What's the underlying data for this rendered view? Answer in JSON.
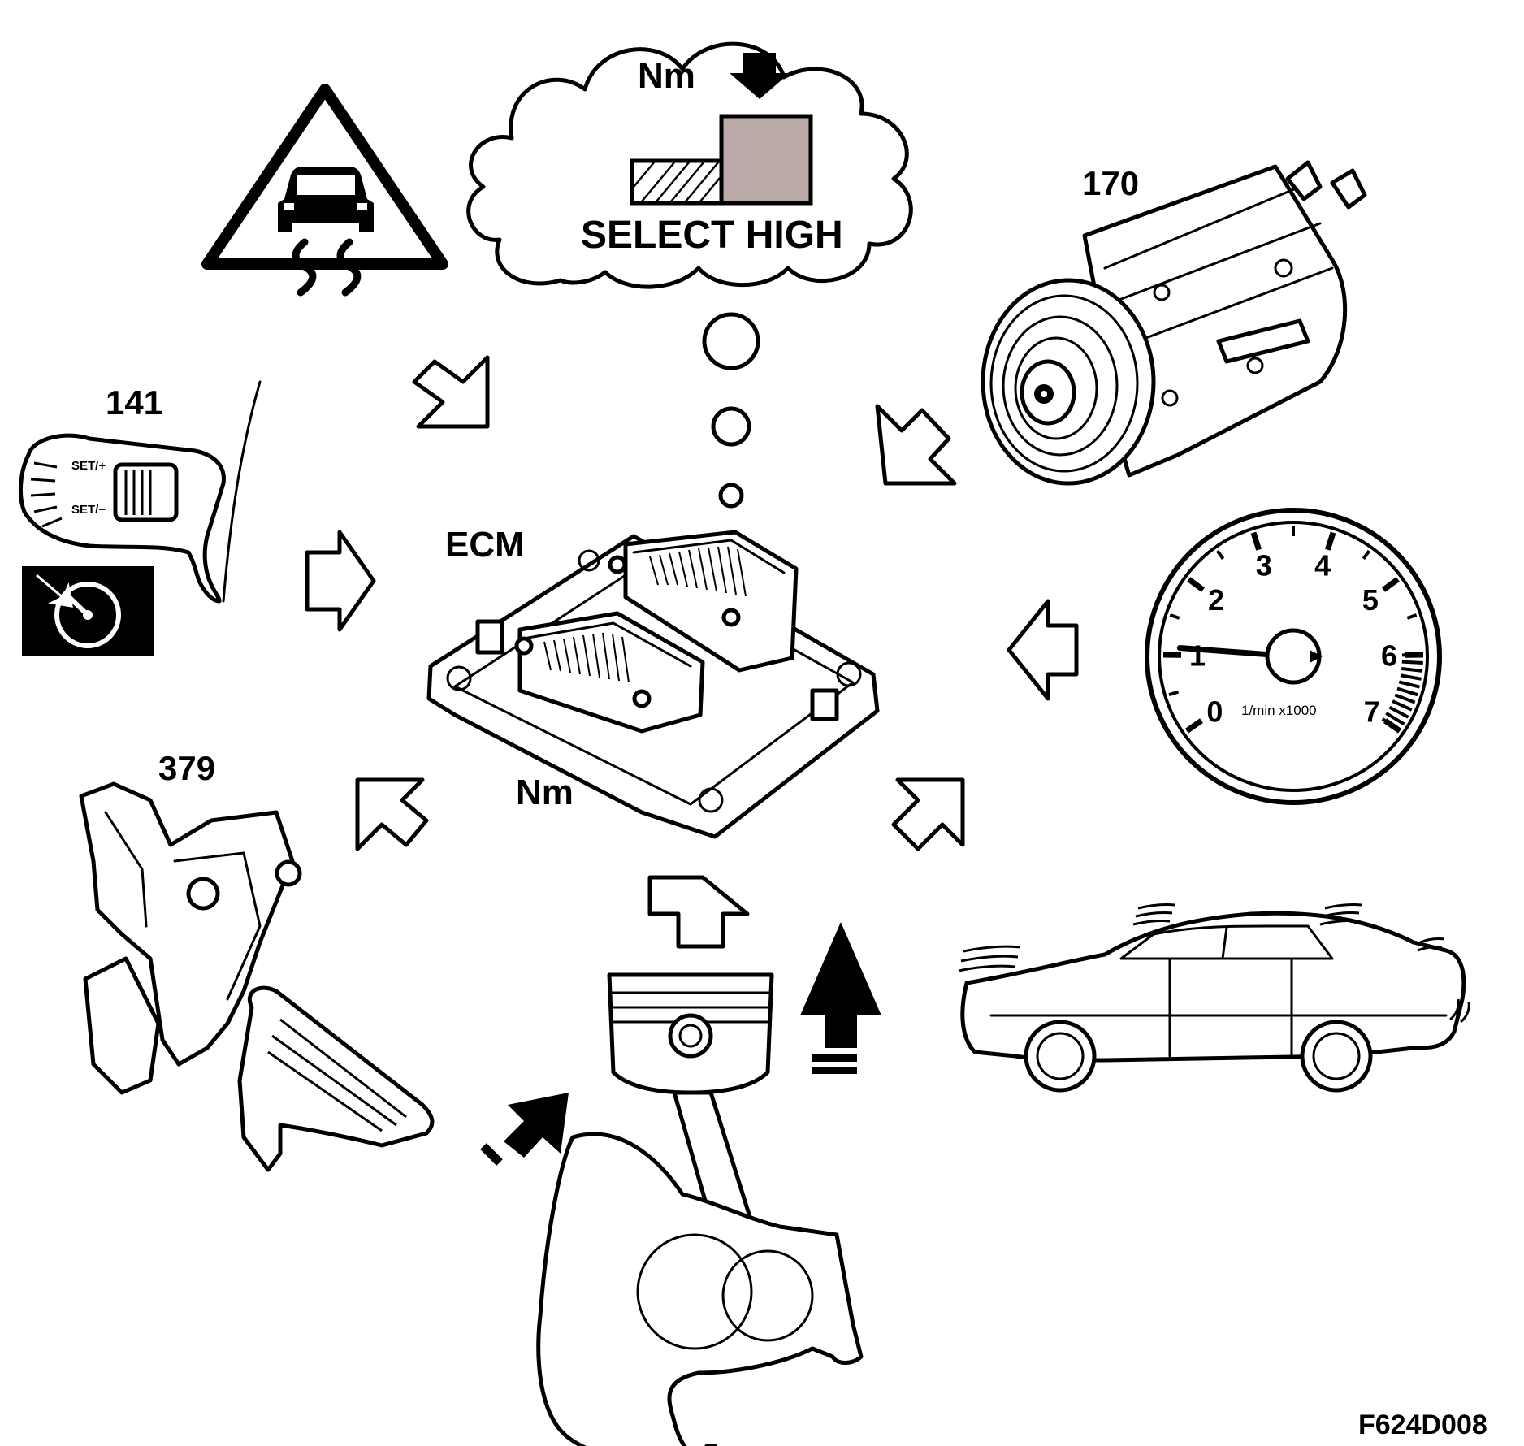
{
  "labels": {
    "ecm": "ECM",
    "ecm_torque": "Nm",
    "bubble_torque": "Nm",
    "select_high": "SELECT HIGH",
    "cruise_switch_ref": "141",
    "ac_compressor_ref": "170",
    "accelerator_pedal_ref": "379",
    "figure_id": "F624D008"
  },
  "cruise_switch": {
    "set_plus": "SET/+",
    "set_minus": "SET/−"
  },
  "tachometer": {
    "ticks": [
      "0",
      "1",
      "2",
      "3",
      "4",
      "5",
      "6",
      "7"
    ],
    "unit": "1/min x1000",
    "needle_value": 1.1
  },
  "colors": {
    "ink": "#000000",
    "paper": "#ffffff",
    "torque_block_fill": "#b9aaa8"
  }
}
